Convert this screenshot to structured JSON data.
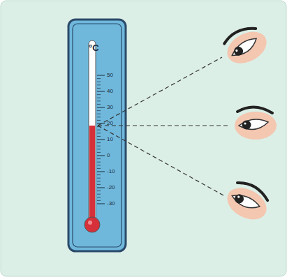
{
  "diagram": {
    "labels": [
      "°C",
      "50",
      "40",
      "30",
      "20",
      "10",
      "0",
      "-10",
      "-20",
      "-30"
    ]
  }
}
